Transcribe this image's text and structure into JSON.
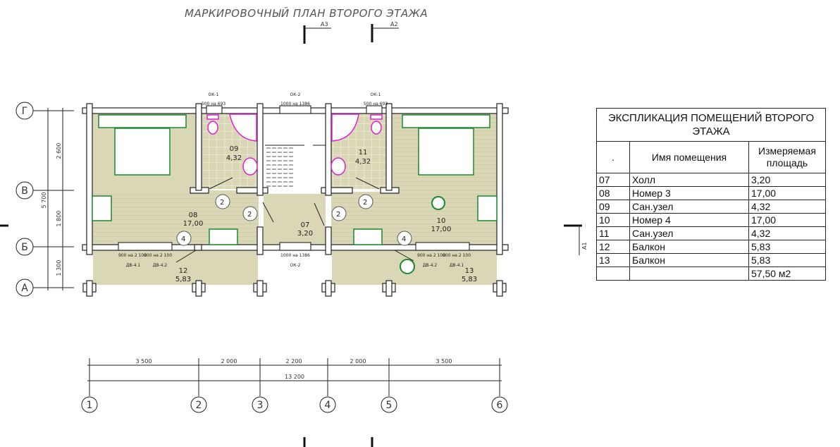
{
  "title": "МАРКИРОВОЧНЫЙ ПЛАН ВТОРОГО ЭТАЖА",
  "section_marks": {
    "a3": "А3",
    "a2": "А2",
    "a1": "А1"
  },
  "axes": {
    "rows": [
      "Г",
      "В",
      "Б",
      "А"
    ],
    "cols": [
      "1",
      "2",
      "3",
      "4",
      "5",
      "6"
    ]
  },
  "dims": {
    "vertical": [
      "2 600",
      "1 800",
      "1 300"
    ],
    "vertical_total": "5 700",
    "horizontal": [
      "3 500",
      "2 000",
      "2 200",
      "2 000",
      "3 500"
    ],
    "horizontal_total": "13 200"
  },
  "rooms": [
    {
      "num": "07",
      "area": "3,20"
    },
    {
      "num": "08",
      "area": "17,00"
    },
    {
      "num": "09",
      "area": "4,32"
    },
    {
      "num": "10",
      "area": "17,00"
    },
    {
      "num": "11",
      "area": "4,32"
    },
    {
      "num": "12",
      "area": "5,83"
    },
    {
      "num": "13",
      "area": "5,83"
    }
  ],
  "openings": {
    "ok1": "ОК-1",
    "ok1_size": "500 на 693",
    "ok2": "ОК-2",
    "ok2_size": "1000 на 1386",
    "door_size": "900 на 2 100",
    "dv41": "ДВ-4.1",
    "dv42": "ДВ-4.2"
  },
  "door_tags": [
    "2",
    "2",
    "4",
    "2",
    "2",
    "4"
  ],
  "table": {
    "caption": "ЭКСПЛИКАЦИЯ ПОМЕЩЕНИЙ ВТОРОГО ЭТАЖА",
    "headers": [
      ".",
      "Имя помещения",
      "Измеряемая площадь"
    ],
    "rows": [
      {
        "num": "07",
        "name": "Холл",
        "area": "3,20"
      },
      {
        "num": "08",
        "name": "Номер 3",
        "area": "17,00"
      },
      {
        "num": "09",
        "name": "Сан.узел",
        "area": "4,32"
      },
      {
        "num": "10",
        "name": "Номер 4",
        "area": "17,00"
      },
      {
        "num": "11",
        "name": "Сан.узел",
        "area": "4,32"
      },
      {
        "num": "12",
        "name": "Балкон",
        "area": "5,83"
      },
      {
        "num": "13",
        "name": "Балкон",
        "area": "5,83"
      }
    ],
    "total": "57,50 м2"
  }
}
